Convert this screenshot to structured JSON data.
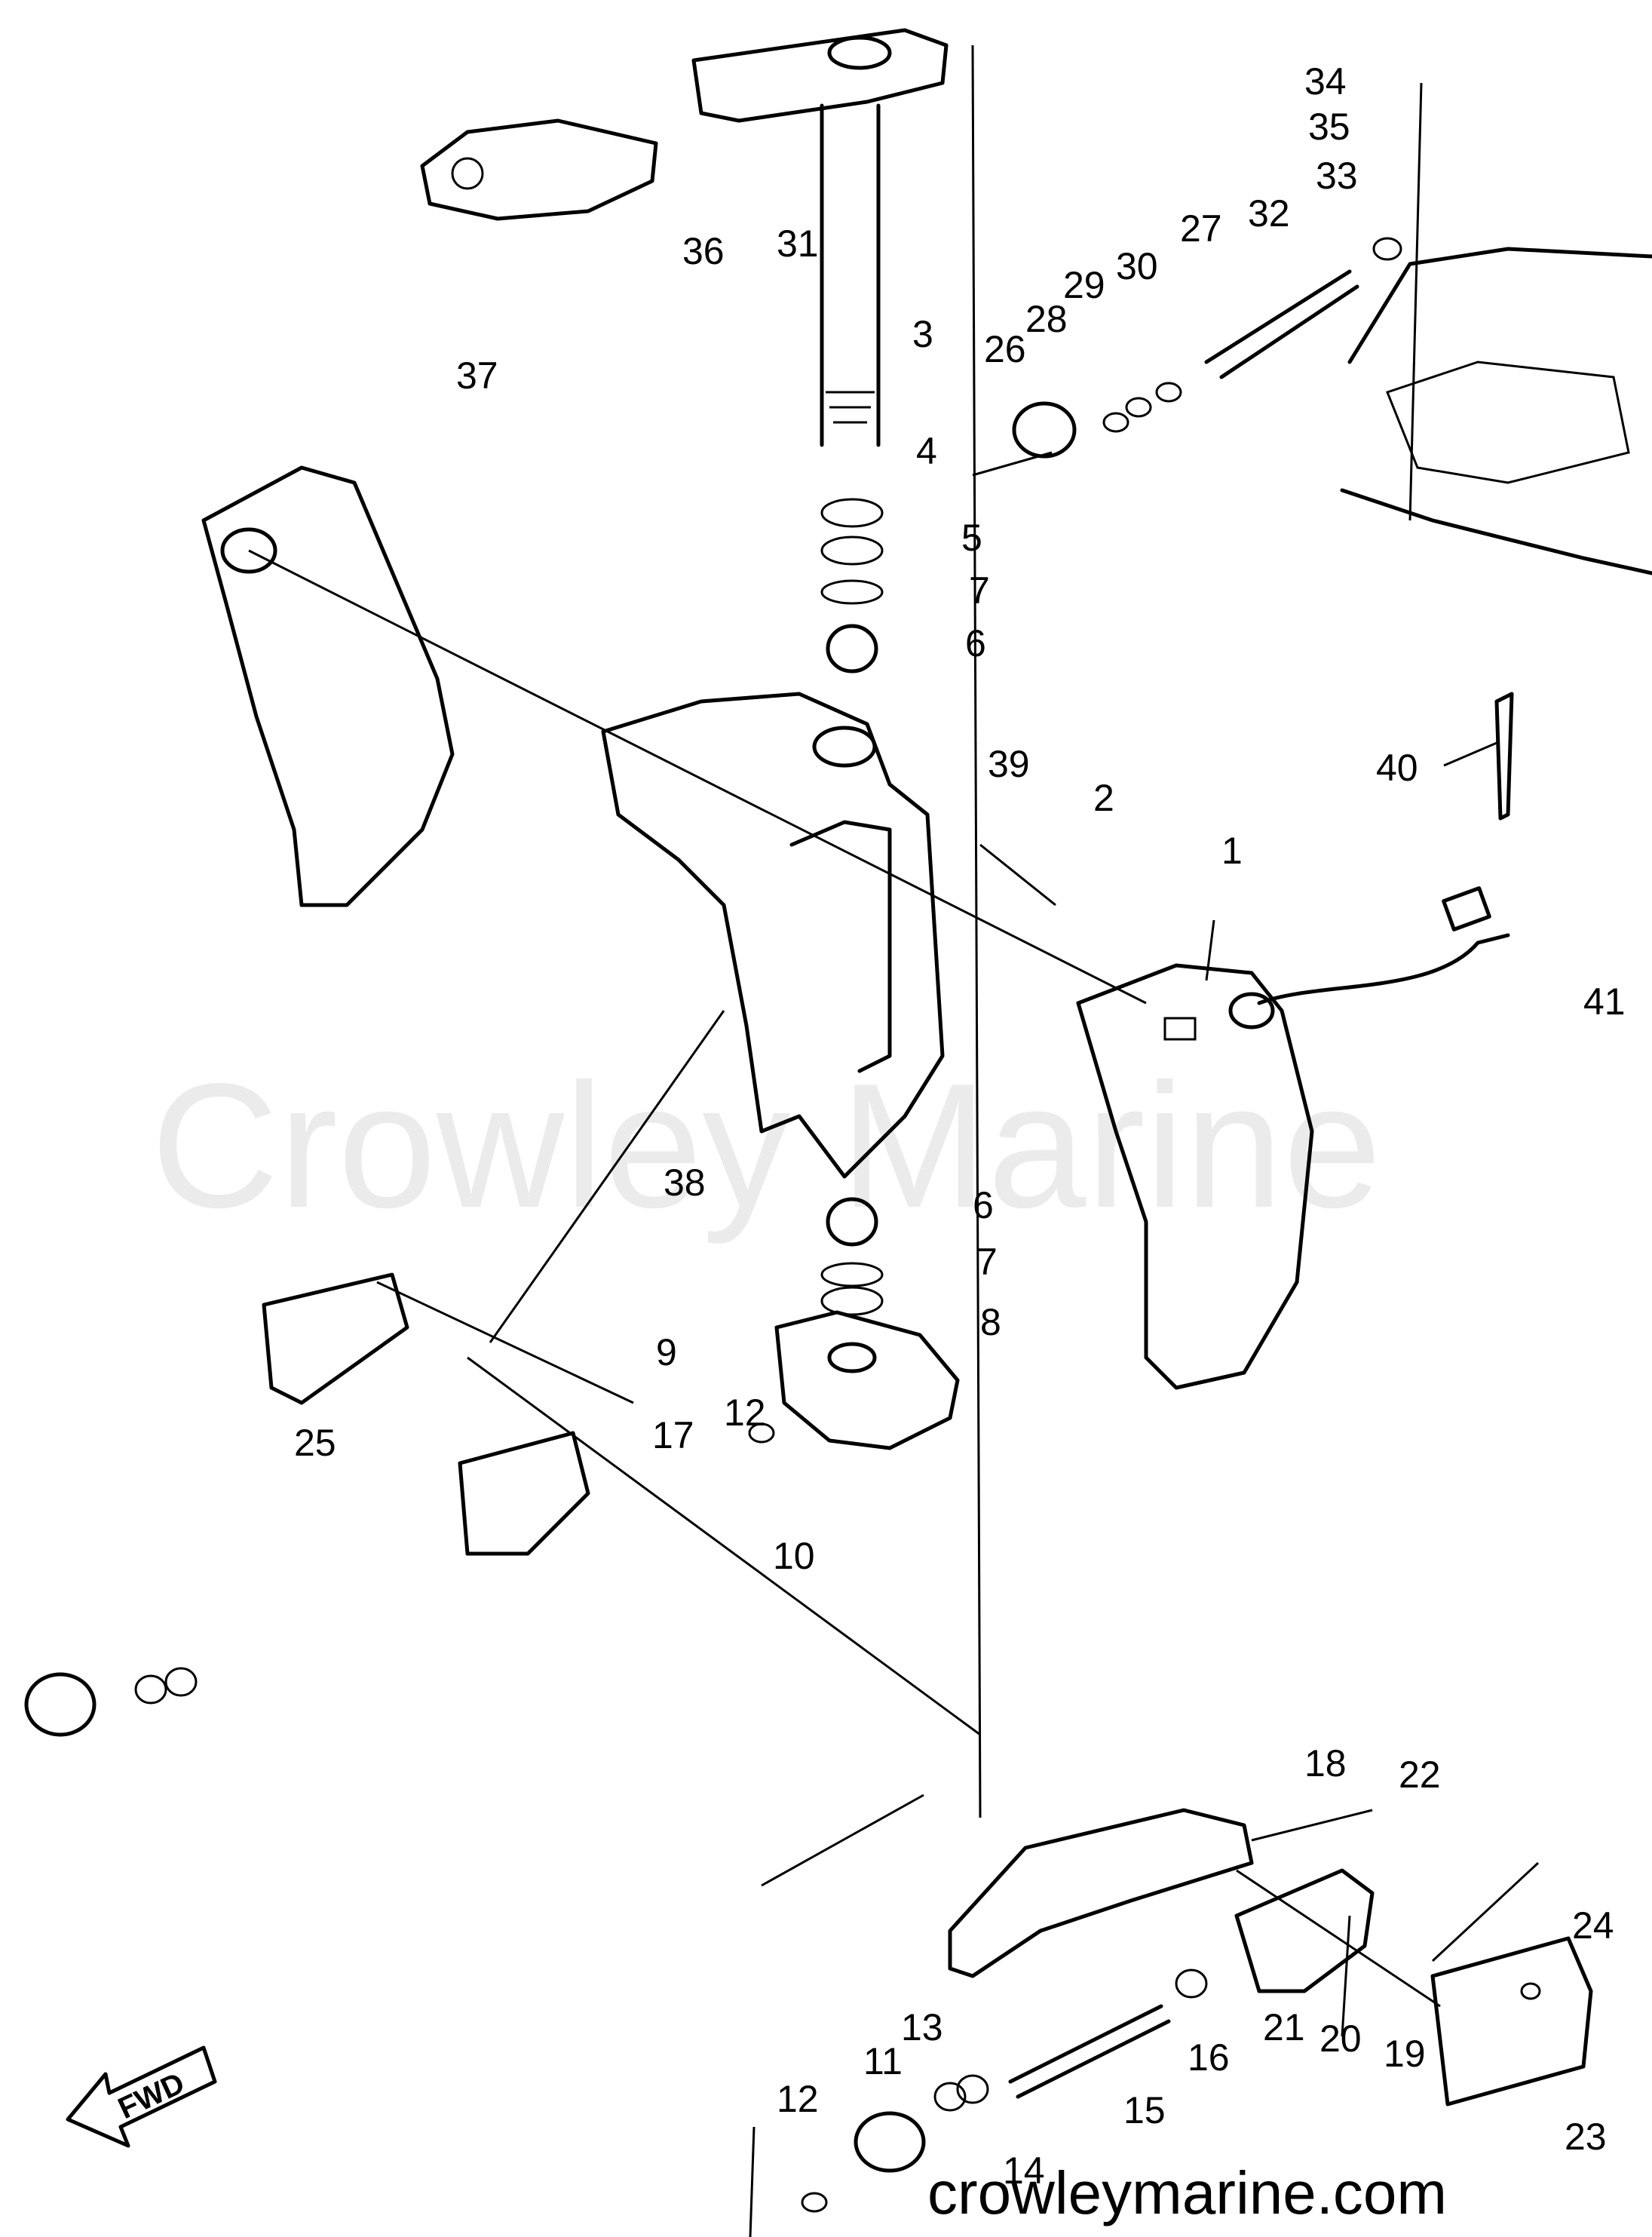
{
  "watermark": "Crowley Marine",
  "site_url": "crowleymarine.com",
  "fwd_label": "FWD",
  "callouts": [
    "1",
    "2",
    "3",
    "4",
    "5",
    "6",
    "7",
    "8",
    "9",
    "10",
    "11",
    "12",
    "13",
    "14",
    "15",
    "16",
    "17",
    "18",
    "19",
    "20",
    "21",
    "22",
    "23",
    "24",
    "25",
    "26",
    "27",
    "28",
    "29",
    "30",
    "31",
    "32",
    "33",
    "34",
    "35",
    "36",
    "37",
    "38",
    "39",
    "40",
    "41"
  ],
  "callouts_repeated": [
    "6",
    "7",
    "12"
  ]
}
